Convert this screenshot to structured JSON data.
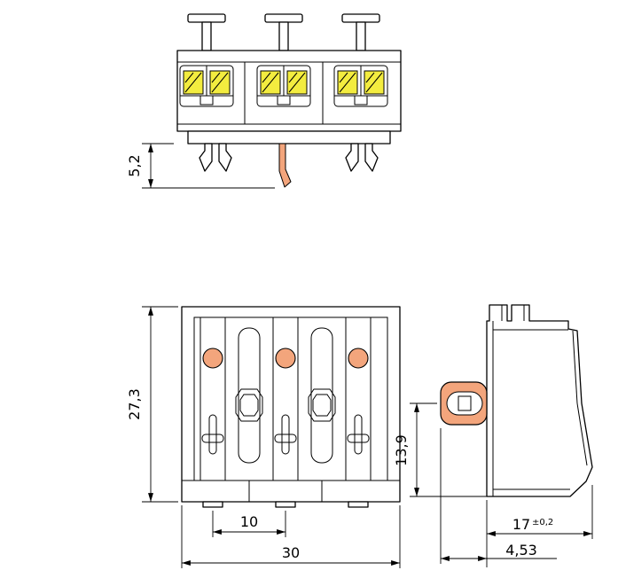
{
  "drawing": {
    "type": "technical-dimension-drawing",
    "subject": "3-pole push-wire terminal block, three orthographic views"
  },
  "colors": {
    "orange": "#F3A57C",
    "yellow": "#F3EC3F",
    "line": "#000000",
    "background": "#FFFFFF"
  },
  "dimensions": {
    "top_view": {
      "foot_height": "5,2"
    },
    "front_view": {
      "height": "27,3",
      "pole_pitch": "10",
      "width": "30"
    },
    "side_view": {
      "clip_to_bottom": "13,9",
      "depth": "17",
      "depth_tolerance": "±0,2",
      "clip_offset": "4,53"
    }
  }
}
